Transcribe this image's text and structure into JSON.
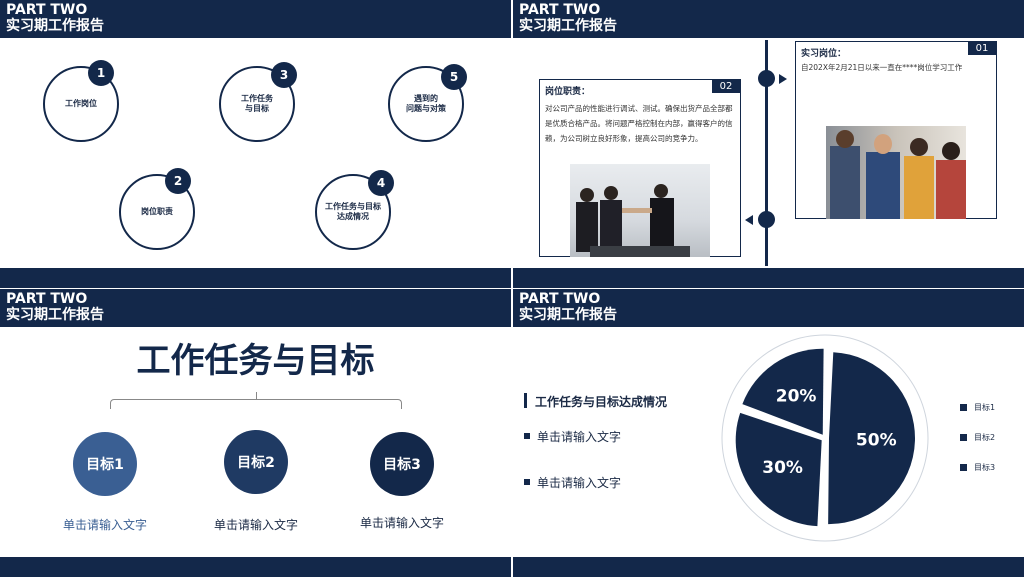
{
  "header": {
    "line1": "PART TWO",
    "line2": "实习期工作报告"
  },
  "slide1": {
    "items": [
      {
        "num": "1",
        "label": "工作岗位"
      },
      {
        "num": "2",
        "label": "岗位职责"
      },
      {
        "num": "3",
        "label": "工作任务\n与目标"
      },
      {
        "num": "4",
        "label": "工作任务与目标\n达成情况"
      },
      {
        "num": "5",
        "label": "遇到的\n问题与对策"
      }
    ]
  },
  "slide2": {
    "box1": {
      "title": "岗位职责：",
      "tag": "02",
      "text": "对公司产品的性能进行调试、测试。确保出货产品全部都是优质合格产品。将问题严格控制在内部，赢得客户的信赖，为公司树立良好形象，提高公司的竞争力。"
    },
    "box2": {
      "title": "实习岗位：",
      "tag": "01",
      "text": "自202X年2月21日以来一直在****岗位学习工作"
    }
  },
  "slide3": {
    "title": "工作任务与目标",
    "goals": [
      {
        "label": "目标1",
        "text": "单击请输入文字",
        "color": "#3a5f93",
        "text_color": "#3a5f93"
      },
      {
        "label": "目标2",
        "text": "单击请输入文字",
        "color": "#1f3a63",
        "text_color": "#1b2a45"
      },
      {
        "label": "目标3",
        "text": "单击请输入文字",
        "color": "#13284a",
        "text_color": "#1b2a45"
      }
    ]
  },
  "slide4": {
    "heading": "工作任务与目标达成情况",
    "bullets": [
      "单击请输入文字",
      "单击请输入文字"
    ],
    "chart_data": {
      "type": "pie",
      "slices": [
        {
          "label": "目标1",
          "value": 50
        },
        {
          "label": "目标2",
          "value": 30
        },
        {
          "label": "目标3",
          "value": 20
        }
      ],
      "slice_labels": [
        "50%",
        "30%",
        "20%"
      ],
      "legend": [
        "目标1",
        "目标2",
        "目标3"
      ],
      "legend_position": "right",
      "color": "#13284a"
    }
  }
}
